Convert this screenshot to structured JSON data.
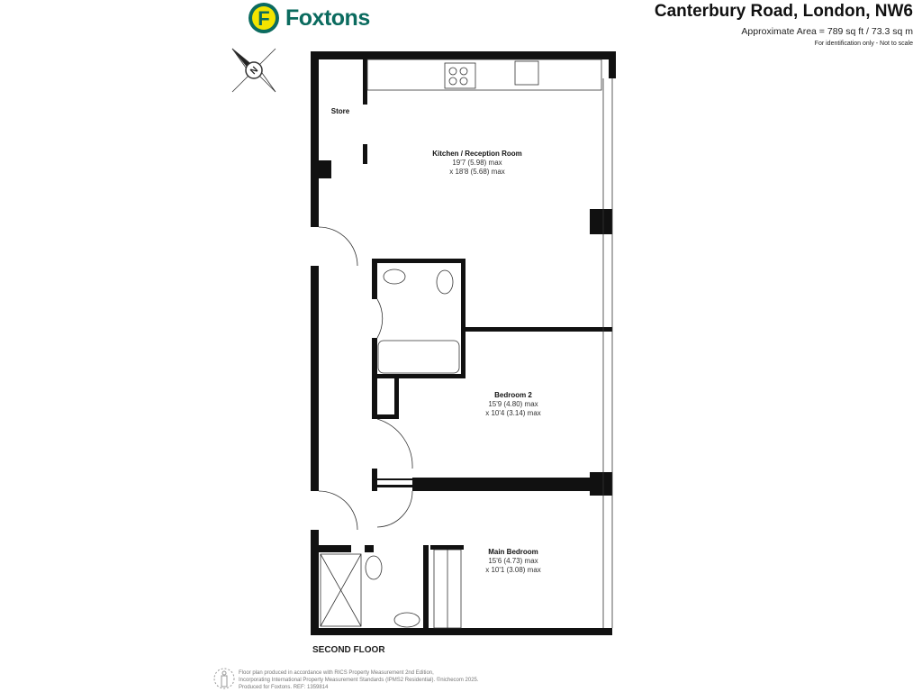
{
  "brand": {
    "name": "Foxtons",
    "logo_letter": "F",
    "colors": {
      "green": "#0b6b5f",
      "yellow": "#f2e400"
    }
  },
  "header": {
    "title": "Canterbury Road, London, NW6",
    "area": "Approximate Area = 789 sq ft / 73.3 sq m",
    "note": "For identification only - Not to scale"
  },
  "compass": {
    "icon": "compass-north-icon",
    "label": "N"
  },
  "rooms": [
    {
      "name": "Store"
    },
    {
      "name": "Kitchen / Reception Room",
      "dim1": "19'7 (5.98) max",
      "dim2": "x 18'8 (5.68) max"
    },
    {
      "name": "Bedroom 2",
      "dim1": "15'9 (4.80) max",
      "dim2": "x 10'4 (3.14) max"
    },
    {
      "name": "Main Bedroom",
      "dim1": "15'6 (4.73) max",
      "dim2": "x 10'1 (3.08) max"
    }
  ],
  "floor_label": "SECOND FLOOR",
  "footer": {
    "line1": "Floor plan produced in accordance with RICS Property Measurement 2nd Edition,",
    "line2": "Incorporating International Property Measurement Standards (IPMS2 Residential).   ©nichecom 2025.",
    "line3": "Produced for Foxtons.   REF: 1359814"
  }
}
